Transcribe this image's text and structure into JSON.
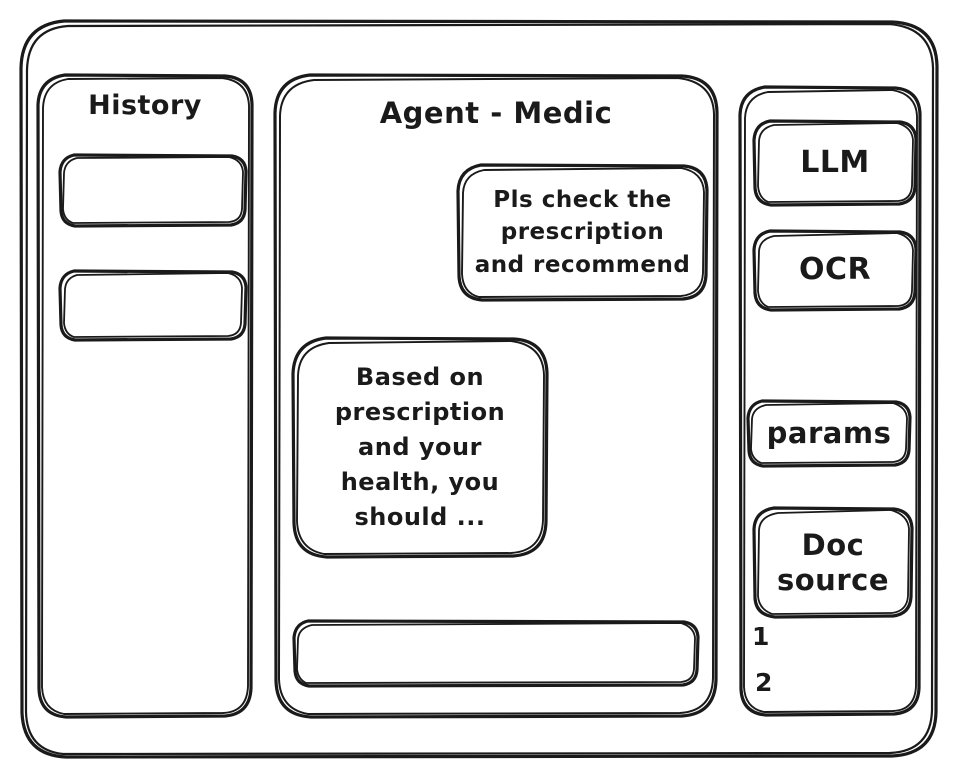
{
  "window": {
    "name": "agent-medic-wireframe"
  },
  "history": {
    "title": "History",
    "items": [
      {
        "label": ""
      },
      {
        "label": ""
      }
    ]
  },
  "conversation": {
    "title": "Agent - Medic",
    "messages": [
      {
        "role": "user",
        "text": "Pls check the\nprescription\nand recommend"
      },
      {
        "role": "agent",
        "text": "Based on\nprescription\nand your\nhealth, you\nshould ..."
      }
    ],
    "composer": {
      "value": "",
      "placeholder": ""
    }
  },
  "tools": {
    "buttons": [
      {
        "label": "LLM"
      },
      {
        "label": "OCR"
      },
      {
        "label": "params"
      },
      {
        "label": "Doc\nsource"
      }
    ],
    "doc_source_items": [
      {
        "label": "1"
      },
      {
        "label": "2"
      }
    ]
  },
  "colors": {
    "ink": "#1a1a1a",
    "paper": "#ffffff"
  }
}
